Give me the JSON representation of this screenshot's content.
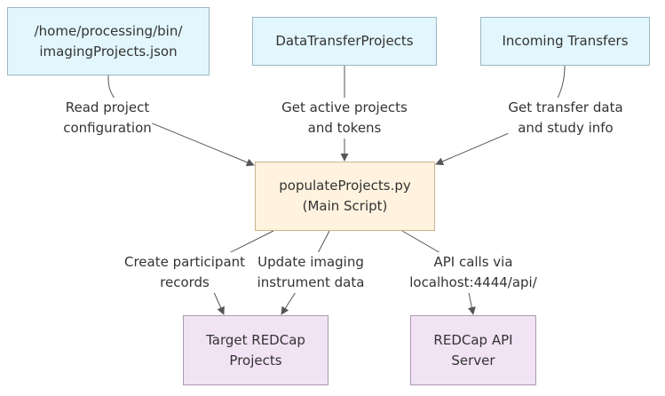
{
  "colors": {
    "source_fill": "#e2f6fd",
    "script_fill": "#fff3df",
    "target_fill": "#f1e2f4",
    "edge": "#555555"
  },
  "nodes": {
    "config_file": {
      "line1": "/home/processing/bin/",
      "line2": "imagingProjects.json"
    },
    "data_transfer_projects": {
      "line1": "DataTransferProjects"
    },
    "incoming_transfers": {
      "line1": "Incoming Transfers"
    },
    "main_script": {
      "line1": "populateProjects.py",
      "line2": "(Main Script)"
    },
    "target_redcap": {
      "line1": "Target REDCap",
      "line2": "Projects"
    },
    "redcap_api": {
      "line1": "REDCap API",
      "line2": "Server"
    }
  },
  "edges": {
    "read_config": {
      "line1": "Read project",
      "line2": "configuration"
    },
    "get_active": {
      "line1": "Get active projects",
      "line2": "and tokens"
    },
    "get_transfer": {
      "line1": "Get transfer data",
      "line2": "and study info"
    },
    "create_records": {
      "line1": "Create participant",
      "line2": "records"
    },
    "update_imaging": {
      "line1": "Update imaging",
      "line2": "instrument data"
    },
    "api_calls": {
      "line1": "API calls via",
      "line2": "localhost:4444/api/"
    }
  }
}
